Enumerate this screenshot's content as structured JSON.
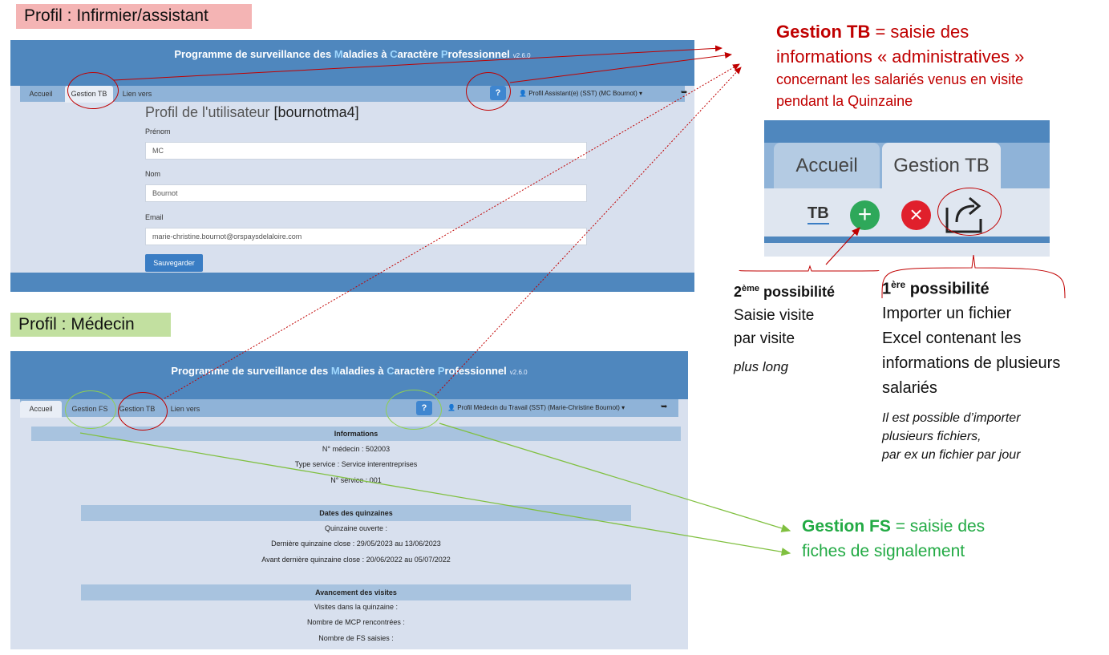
{
  "labels": {
    "profile_nurse": "Profil : Infirmier/assistant",
    "profile_doctor": "Profil : Médecin"
  },
  "app": {
    "title_prefix": "Programme de surveillance des ",
    "title_m": "M",
    "title_mid1": "aladies à ",
    "title_c": "C",
    "title_mid2": "aractère ",
    "title_p": "P",
    "title_end": "rofessionnel",
    "version": "v2.6.0"
  },
  "nurse_screen": {
    "tabs": [
      "Accueil",
      "Gestion TB",
      "Lien vers"
    ],
    "help_icon": "?",
    "user": "Profil Assistant(e) (SST) (MC Bournot)",
    "page_title": "Profil de l'utilisateur",
    "username": "[bournotma4]",
    "fields": [
      {
        "label": "Prénom",
        "value": "MC"
      },
      {
        "label": "Nom",
        "value": "Bournot"
      },
      {
        "label": "Email",
        "value": "marie-christine.bournot@orspaysdelaloire.com"
      }
    ],
    "save_label": "Sauvegarder"
  },
  "doctor_screen": {
    "tabs": [
      "Accueil",
      "Gestion FS",
      "Gestion TB",
      "Lien vers"
    ],
    "help_icon": "?",
    "user": "Profil Médecin du Travail (SST) (Marie-Christine Bournot)",
    "sections": [
      {
        "title": "Informations",
        "lines": [
          "N° médecin : 502003",
          "Type service : Service interentreprises",
          "N° service : 001"
        ]
      },
      {
        "title": "Dates des quinzaines",
        "lines": [
          "Quinzaine ouverte :",
          "Dernière quinzaine close : 29/05/2023 au 13/06/2023",
          "Avant dernière quinzaine close : 20/06/2022 au 05/07/2022"
        ]
      },
      {
        "title": "Avancement des visites",
        "lines": [
          "Visites dans la quinzaine :",
          "Nombre de MCP rencontrées :",
          "Nombre de FS saisies :"
        ]
      }
    ]
  },
  "zoom_panel": {
    "tabs": [
      "Accueil",
      "Gestion TB"
    ],
    "tb_label": "TB",
    "add_icon": "+",
    "delete_icon": "×"
  },
  "annotations": {
    "gestion_tb_bold": "Gestion TB",
    "gestion_tb_rest1": " = saisie des",
    "gestion_tb_line2": "informations « administratives »",
    "gestion_tb_line3": "concernant les salariés venus en visite",
    "gestion_tb_line4": "pendant la Quinzaine",
    "second_num": "2",
    "second_sup": "ème",
    "second_word": " possibilité",
    "second_l1": "Saisie visite",
    "second_l2": "par visite",
    "second_note": "plus long",
    "first_num": "1",
    "first_sup": "ère",
    "first_word": " possibilité",
    "first_l1": "Importer un fichier",
    "first_l2": "Excel contenant les",
    "first_l3": "informations de plusieurs",
    "first_l4": "salariés",
    "first_n1": "Il est possible d’importer",
    "first_n2": "plusieurs fichiers,",
    "first_n3": "par ex un fichier par jour",
    "gestion_fs_bold": "Gestion FS",
    "gestion_fs_rest": " = saisie des",
    "gestion_fs_line2": "fiches de signalement"
  },
  "colors": {
    "annotation_red": "#c00000",
    "annotation_green": "#22aa44",
    "header_blue": "#4f87be"
  }
}
